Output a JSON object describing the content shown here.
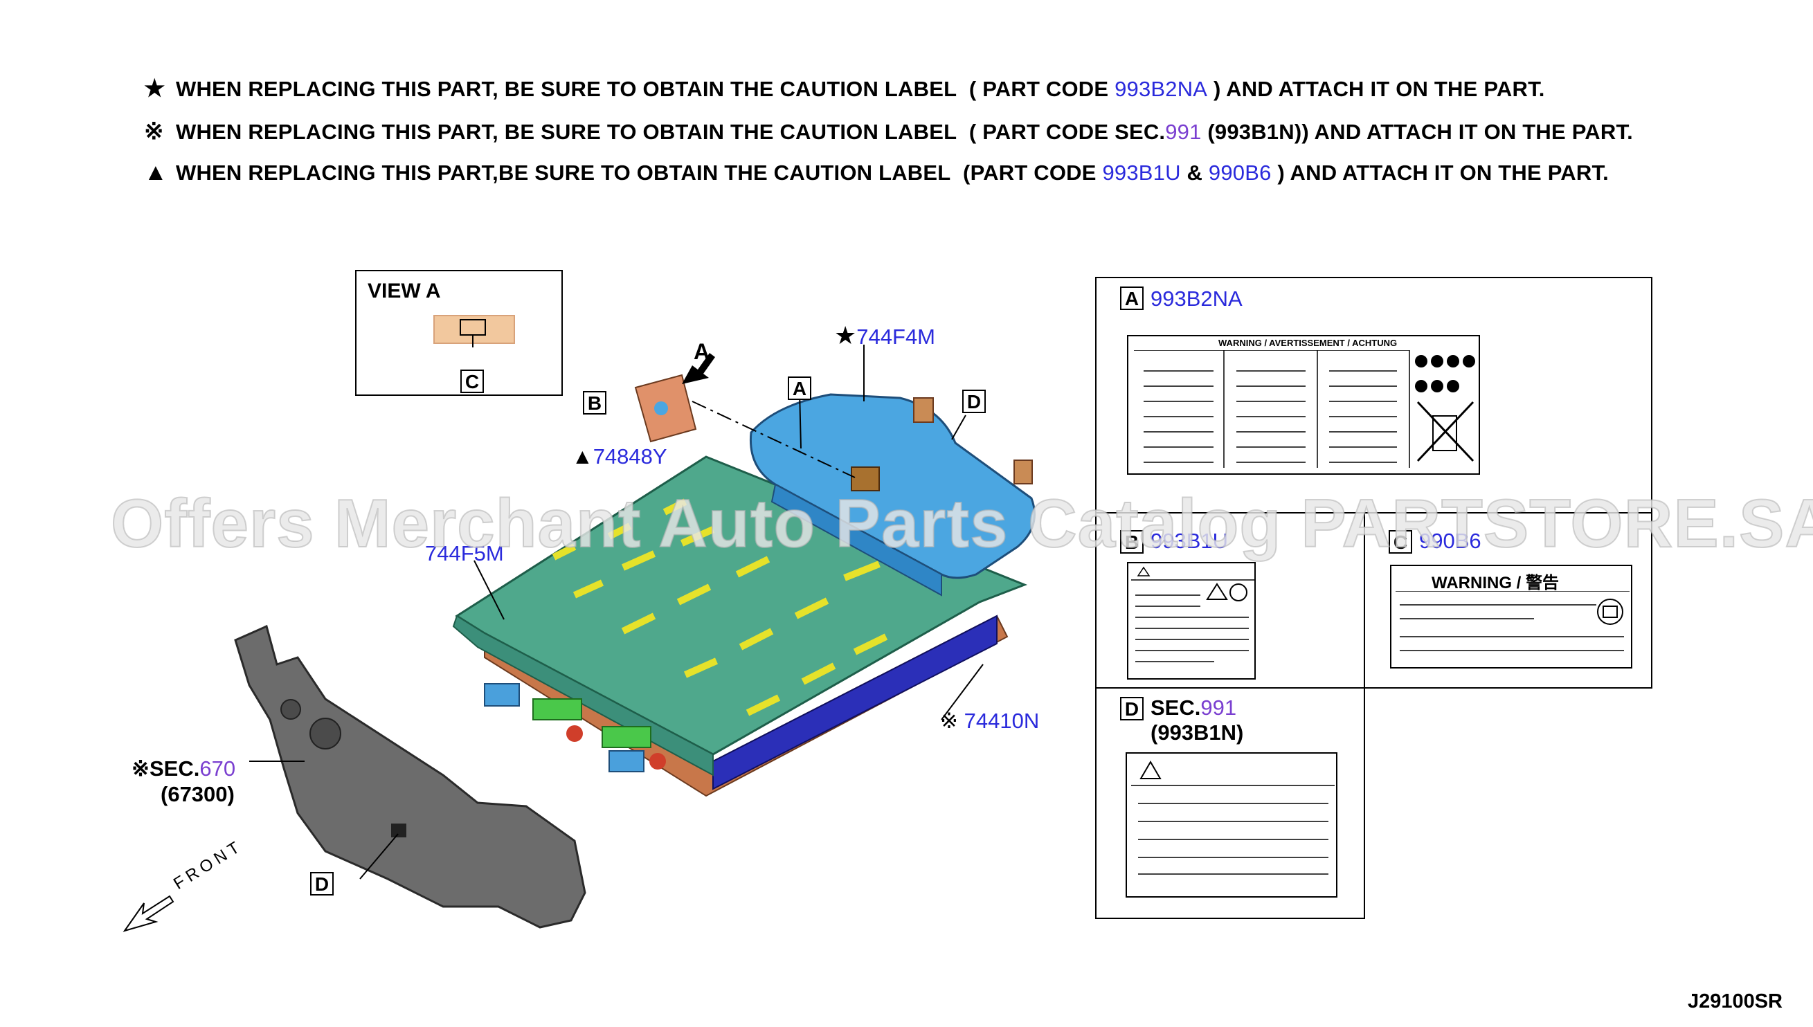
{
  "notes": [
    {
      "symbol": "★",
      "text": "WHEN REPLACING THIS PART, BE SURE TO OBTAIN THE CAUTION LABEL",
      "code_prefix": "( PART CODE ",
      "code_a": "993B2NA",
      "mid": "",
      "code_b": "",
      "code_b_suffix": "",
      "suffix": " ) AND ATTACH IT ON THE PART."
    },
    {
      "symbol": "※",
      "text": "WHEN REPLACING THIS PART, BE SURE TO OBTAIN THE CAUTION LABEL",
      "code_prefix": "( PART CODE  SEC.",
      "code_a": "991",
      "mid": " (993B1N)",
      "code_b": "",
      "code_b_suffix": "",
      "suffix": ") AND ATTACH IT ON THE PART."
    },
    {
      "symbol": "▲",
      "text": "WHEN REPLACING THIS PART,BE SURE TO OBTAIN THE CAUTION LABEL",
      "code_prefix": "(PART CODE  ",
      "code_a": "993B1U",
      "mid": "  &  ",
      "code_b": "990B6",
      "code_b_suffix": "",
      "suffix": " )  AND ATTACH IT ON THE PART."
    }
  ],
  "view_a": {
    "title": "VIEW A",
    "tag": "C"
  },
  "callouts": {
    "arrow_a": "A",
    "tag_b": "B",
    "tag_a": "A",
    "tag_d": "D",
    "tag_d2": "D",
    "part_74848y": "74848Y",
    "part_74848y_sym": "▲",
    "part_744f4m": "744F4M",
    "part_744f4m_sym": "★",
    "part_744f5m": "744F5M",
    "part_74410n": "74410N",
    "part_74410n_sym": "※",
    "sec_670_sym": "※",
    "sec_670_prefix": "SEC.",
    "sec_670_num": "670",
    "sec_670_sub": "(67300)",
    "front": "FRONT"
  },
  "labels_panel": {
    "a": {
      "tag": "A",
      "code": "993B2NA",
      "header": "WARNING / AVERTISSEMENT / ACHTUNG"
    },
    "b": {
      "tag": "B",
      "code": "993B1U"
    },
    "c": {
      "tag": "C",
      "code": "990B6",
      "header": "WARNING / 警告"
    },
    "d": {
      "tag": "D",
      "prefix": "SEC.",
      "num": "991",
      "sub": "(993B1N)"
    }
  },
  "watermark": "Offers Merchant Auto Parts Catalog PARTSTORE.SA",
  "diagram_code": "J29100SR",
  "colors": {
    "blue": "#2a2adc",
    "purple": "#7a3fd0",
    "battery_top": "#4aa6e0",
    "tray": "#49a889",
    "stripe": "#e6e22a"
  }
}
